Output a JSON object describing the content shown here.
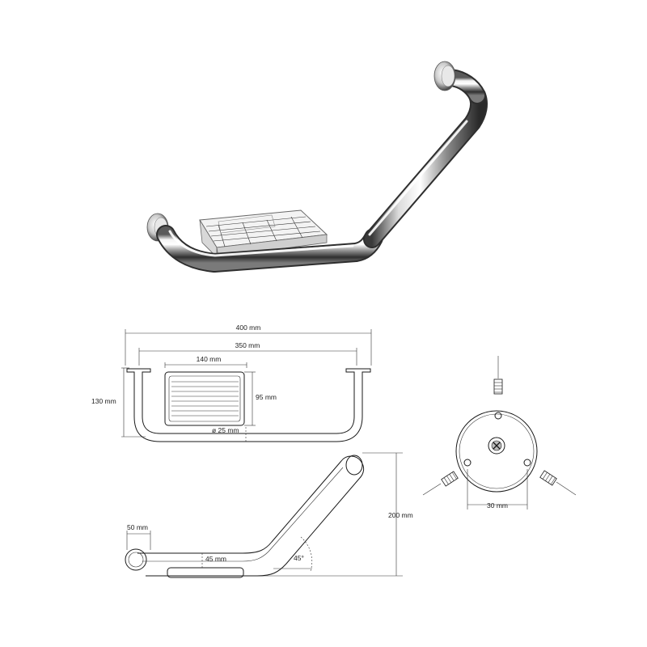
{
  "product_photo": {
    "subject": "chrome grab bar with soap basket"
  },
  "front_view": {
    "width_overall": "400 mm",
    "width_centers": "350 mm",
    "basket_width": "140 mm",
    "height": "130 mm",
    "basket_height": "95 mm",
    "tube_diameter": "ø 25 mm"
  },
  "side_view": {
    "rose_depth": "50 mm",
    "basket_depth": "45 mm",
    "angle": "45°",
    "total_height": "200 mm"
  },
  "mount_detail": {
    "rose_width": "30 mm"
  },
  "colors": {
    "line": "#1a1a1a",
    "chrome_highlight": "#ffffff",
    "chrome_shadow": "#3a3a3a"
  }
}
